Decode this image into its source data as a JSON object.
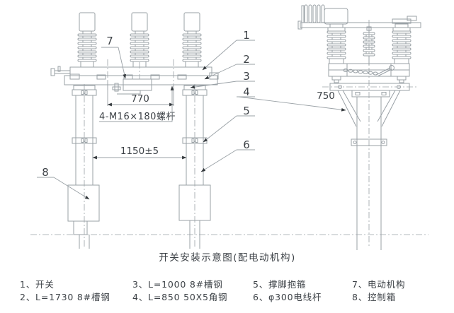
{
  "title": "开关安装示意图(配电动机构)",
  "colors": {
    "line": "#9aa1a6",
    "text": "#3d4247",
    "arrow": "#34393d"
  },
  "callouts": {
    "c1": "1",
    "c2": "2",
    "c3": "3",
    "c4": "4",
    "c5": "5",
    "c6": "6",
    "c7": "7",
    "c8": "8"
  },
  "dimensions": {
    "bolt_span": "770",
    "bolt_spec": "4-M16×180螺杆",
    "pole_span": "1150±5",
    "side_offset": "750"
  },
  "legend": {
    "items": [
      {
        "label": "1、开关"
      },
      {
        "label": "2、L=1730 8#槽钢"
      },
      {
        "label": "3、L=1000 8#槽钢"
      },
      {
        "label": "4、L=850 50X5角钢"
      },
      {
        "label": "5、撑脚抱箍"
      },
      {
        "label": "6、φ300电线杆"
      },
      {
        "label": "7、电动机构"
      },
      {
        "label": "8、控制箱"
      }
    ]
  }
}
